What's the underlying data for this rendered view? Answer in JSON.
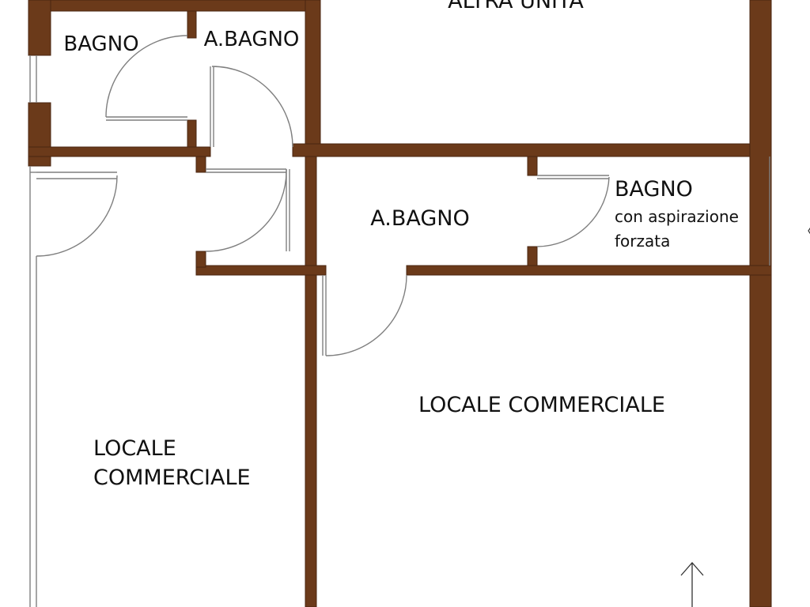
{
  "plan": {
    "colors": {
      "wall": "#6b3a1a",
      "wall_edge": "#4a2510",
      "door_line": "#7f7f7f",
      "background": "#ffffff"
    },
    "rooms": {
      "altra_unita": {
        "label": "ALTRA UNITÀ"
      },
      "bagno_top": {
        "label": "BAGNO"
      },
      "antibagno_top": {
        "label": "A.BAGNO"
      },
      "antibagno_mid": {
        "label": "A.BAGNO"
      },
      "bagno_right": {
        "label": "BAGNO",
        "note_line1": "con aspirazione",
        "note_line2": "forzata"
      },
      "locale_big": {
        "label": "LOCALE COMMERCIALE"
      },
      "locale_left": {
        "line1": "LOCALE",
        "line2": "COMMERCIALE"
      }
    },
    "entrance": {
      "icon": "arrow-up-icon"
    }
  }
}
